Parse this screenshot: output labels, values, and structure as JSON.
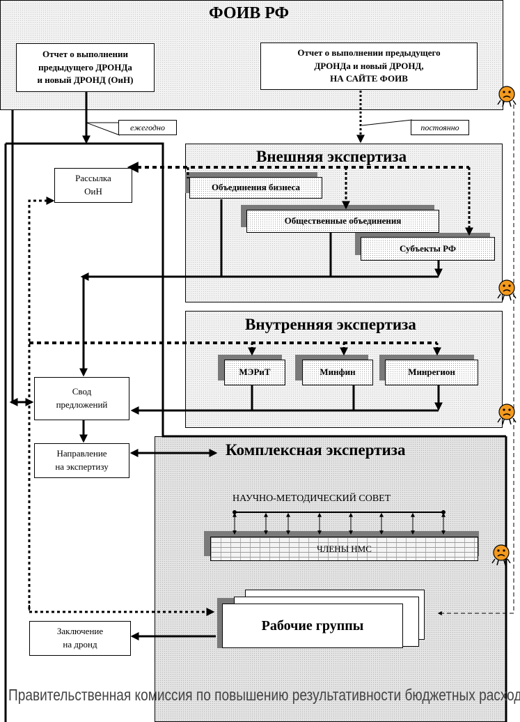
{
  "foiv": {
    "title": "ФОИВ РФ",
    "report_left": [
      "Отчет о выполнении",
      "предыдущего ДРОНДа",
      "и новый ДРОНД (ОиН)"
    ],
    "report_right": [
      "Отчет о выполнении предыдущего",
      "ДРОНДа и новый ДРОНД,",
      "НА САЙТЕ ФОИВ"
    ],
    "callout_yearly": "ежегодно",
    "callout_constant": "постоянно"
  },
  "external": {
    "title": "Внешняя экспертиза",
    "items": [
      "Объединения бизнеса",
      "Общественные объединения",
      "Субъекты РФ"
    ]
  },
  "internal": {
    "title": "Внутренняя экспертиза",
    "items": [
      "МЭРиТ",
      "Минфин",
      "Минрегион"
    ]
  },
  "complex": {
    "title": "Комплексная экспертиза",
    "council": "НАУЧНО-МЕТОДИЧЕСКИЙ СОВЕТ",
    "members": "ЧЛЕНЫ НМС",
    "working_groups": "Рабочие группы"
  },
  "left_flow": {
    "mailing": [
      "Рассылка",
      "ОиН"
    ],
    "summary": [
      "Свод",
      "предложений"
    ],
    "direction": [
      "Направление",
      "на экспертизу"
    ],
    "conclusion": [
      "Заключение",
      "на дронд"
    ]
  },
  "footer": "Правительственная комиссия по повышению результативности бюджетных расходов",
  "colors": {
    "line": "#000000",
    "face_fill": "#f39a1e",
    "panel_bg": "#f2f2f2",
    "shadow": "#7a7a7a"
  }
}
